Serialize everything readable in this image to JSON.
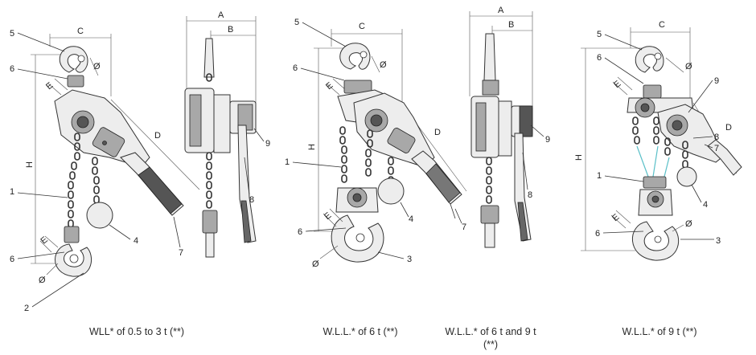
{
  "diagrams": [
    {
      "caption": "WLL* of 0.5 to 3 t (**)",
      "labels": {
        "C": "C",
        "D": "D",
        "H": "H",
        "E_top": "E",
        "E_bottom": "E",
        "O_top": "Ø",
        "O_bottom": "Ø",
        "n5": "5",
        "n6_top": "6",
        "n1": "1",
        "n6_bottom": "6",
        "n2": "2",
        "n4": "4",
        "n7": "7"
      }
    },
    {
      "caption": "",
      "labels": {
        "A": "A",
        "B": "B",
        "n9": "9",
        "n8": "8"
      }
    },
    {
      "caption": "W.L.L.* of 6 t (**)",
      "labels": {
        "C": "C",
        "D": "D",
        "H": "H",
        "E_top": "E",
        "E_bottom": "E",
        "O_top": "Ø",
        "O_bottom": "Ø",
        "n5": "5",
        "n6_top": "6",
        "n1": "1",
        "n4": "4",
        "n7": "7",
        "n6_bottom": "6",
        "n3": "3"
      }
    },
    {
      "caption": "W.L.L.* of 6 t and 9 t (**)",
      "labels": {
        "A": "A",
        "B": "B",
        "n9": "9",
        "n8": "8"
      }
    },
    {
      "caption": "W.L.L.* of 9 t (**)",
      "labels": {
        "C": "C",
        "D": "D",
        "H": "H",
        "E_top": "E",
        "E_bottom": "E",
        "O_top": "Ø",
        "O_bottom": "Ø",
        "n5": "5",
        "n6_top": "6",
        "n9": "9",
        "n8": "8",
        "n7": "7",
        "n1": "1",
        "n4": "4",
        "n6_bottom": "6",
        "n3": "3"
      }
    }
  ]
}
